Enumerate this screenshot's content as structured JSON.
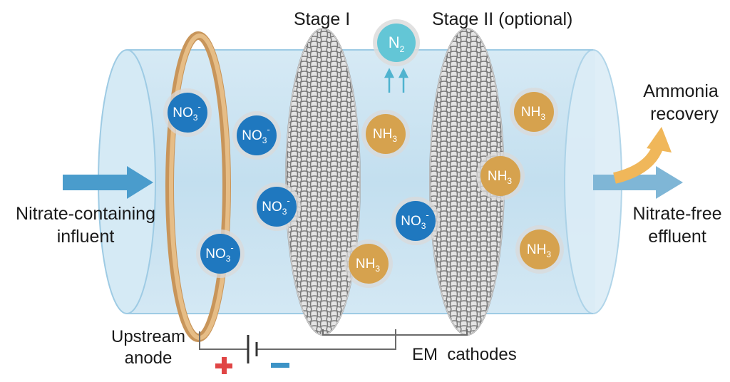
{
  "labels": {
    "stage1": "Stage I",
    "stage2": "Stage II (optional)",
    "influent_line1": "Nitrate-containing",
    "influent_line2": "influent",
    "effluent_line1": "Nitrate-free",
    "effluent_line2": "effluent",
    "ammonia_line1": "Ammonia",
    "ammonia_line2": "recovery",
    "anode_line1": "Upstream",
    "anode_line2": "anode",
    "cathodes": "EM  cathodes"
  },
  "ions": {
    "nitrate": {
      "base": "NO",
      "sub": "3",
      "sup": "-"
    },
    "ammonia": {
      "base": "NH",
      "sub": "3"
    },
    "nitrogen": {
      "base": "N",
      "sub": "2"
    }
  },
  "colors": {
    "tube": "#bcdcee",
    "tube_edge": "#9ecbe4",
    "nitrate": "#1f78bf",
    "ammonia": "#d6a24e",
    "nitrogen": "#63c6d6",
    "anode_ring": "#d9a86a",
    "plus": "#e04545",
    "minus": "#3d93c6",
    "inflow_arrow": "#4a9ccc",
    "ammonia_arrow": "#f0b75a"
  }
}
